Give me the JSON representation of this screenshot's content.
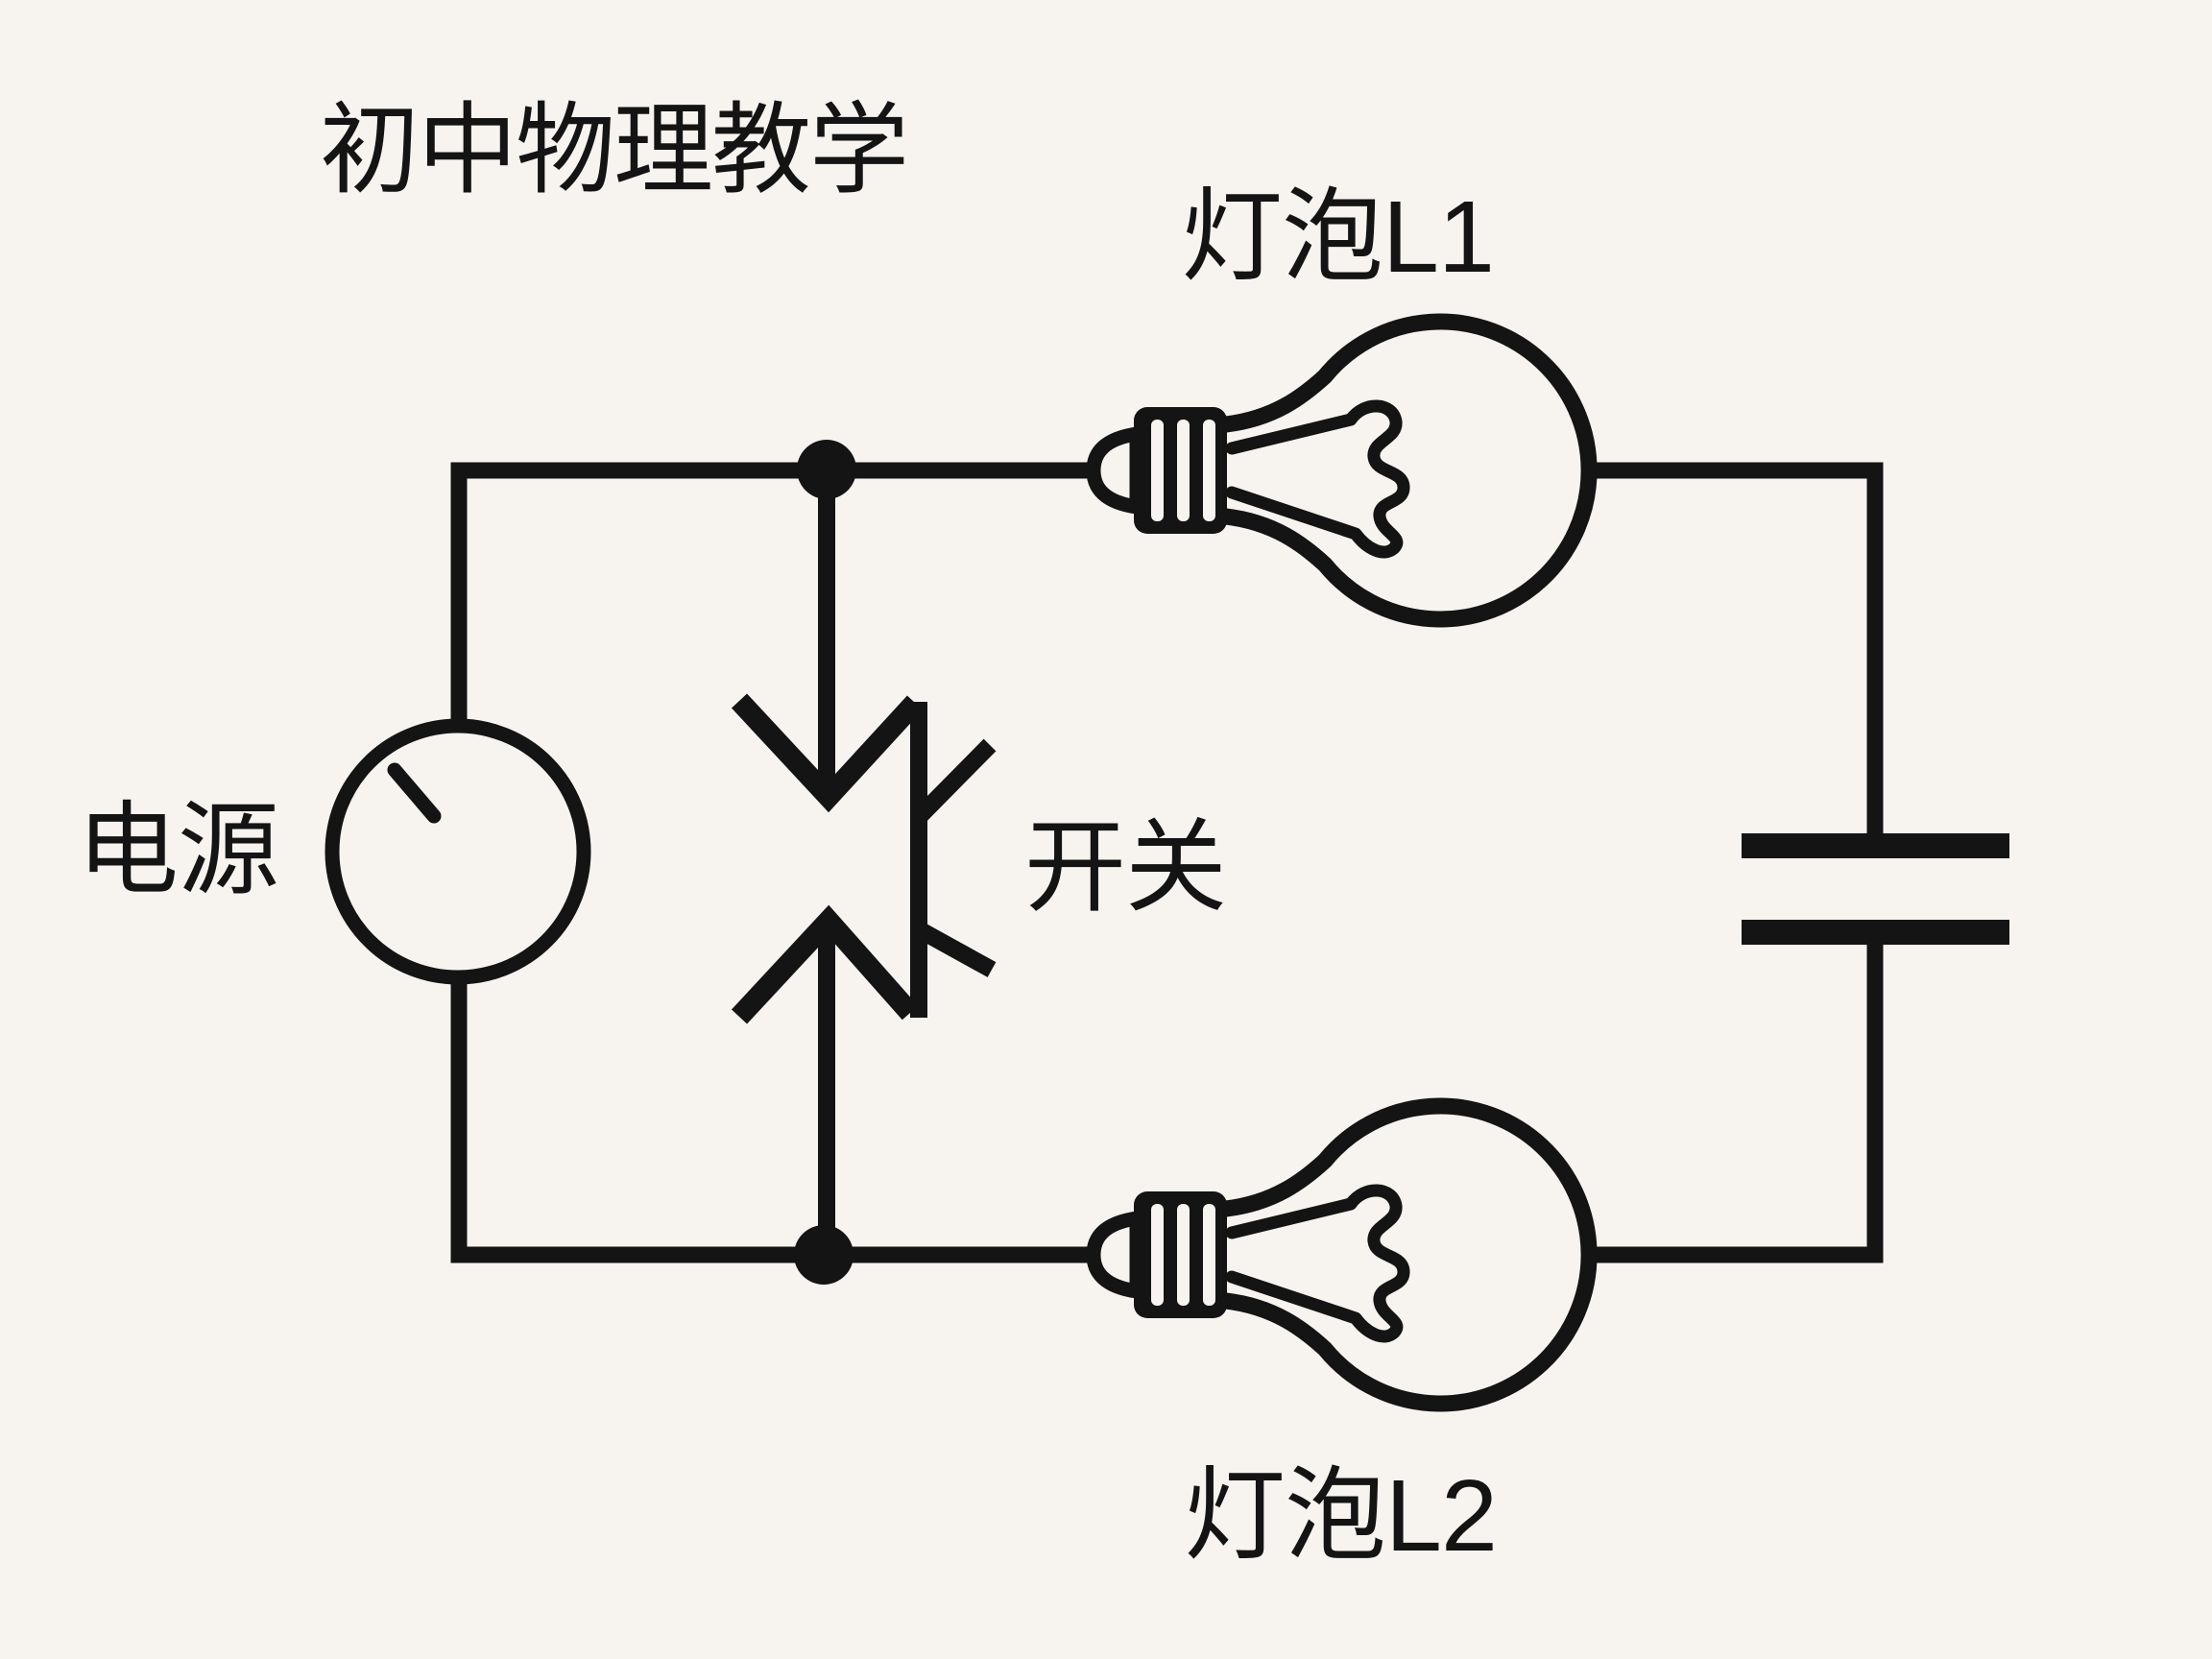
{
  "page": {
    "background": "#f7f4f0",
    "ink": "#141414"
  },
  "diagram": {
    "title": "初中物理教学",
    "labels": {
      "power_source": "电源",
      "switch": "开关",
      "bulb_l1": "灯泡L1",
      "bulb_l2": "灯泡L2"
    }
  }
}
